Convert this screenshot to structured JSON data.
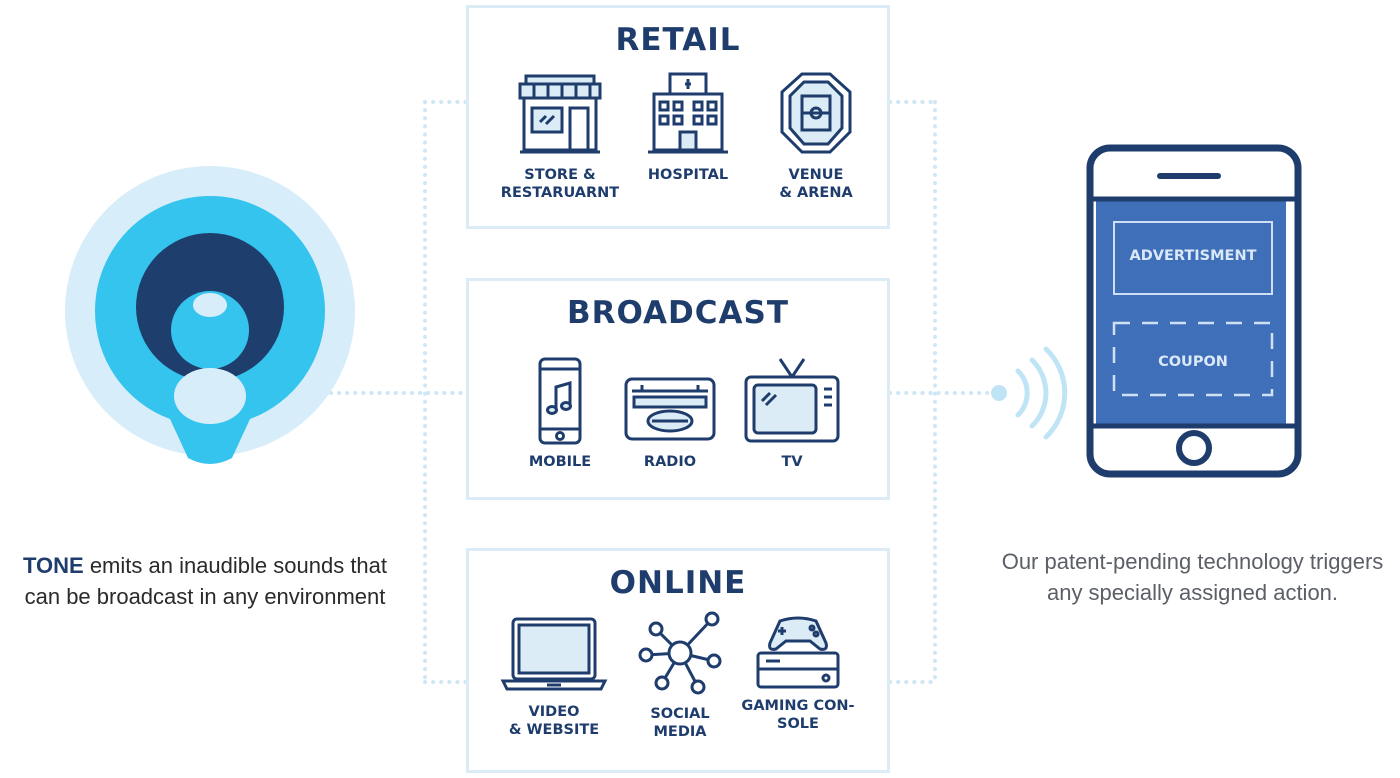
{
  "retail": {
    "title": "RETAIL",
    "items": [
      {
        "label": "STORE &\nRESTARUARNT",
        "icon": "storefront-icon"
      },
      {
        "label": "HOSPITAL",
        "icon": "hospital-icon"
      },
      {
        "label": "VENUE\n& ARENA",
        "icon": "stadium-icon"
      }
    ]
  },
  "broadcast": {
    "title": "BROADCAST",
    "items": [
      {
        "label": "MOBILE",
        "icon": "mobile-music-icon"
      },
      {
        "label": "RADIO",
        "icon": "radio-icon"
      },
      {
        "label": "TV",
        "icon": "tv-icon"
      }
    ]
  },
  "online": {
    "title": "ONLINE",
    "items": [
      {
        "label": "VIDEO\n& WEBSITE",
        "icon": "laptop-icon"
      },
      {
        "label": "SOCIAL\nMEDIA",
        "icon": "network-icon"
      },
      {
        "label": "GAMING CON-\nSOLE",
        "icon": "gaming-console-icon"
      }
    ]
  },
  "phone": {
    "ad_label": "ADVERTISMENT",
    "coupon_label": "COUPON"
  },
  "left_caption": {
    "brand": "TONE",
    "text": " emits an inaudible sounds that can be broadcast in any environment"
  },
  "right_caption": {
    "text": "Our patent-pending technology triggers any specially assigned action."
  },
  "colors": {
    "navy": "#1f3d6c",
    "cyan": "#35c4ee",
    "light_blue": "#d7eefa",
    "screen_blue": "#3f6fb8",
    "dots": "#cfe7f5"
  }
}
